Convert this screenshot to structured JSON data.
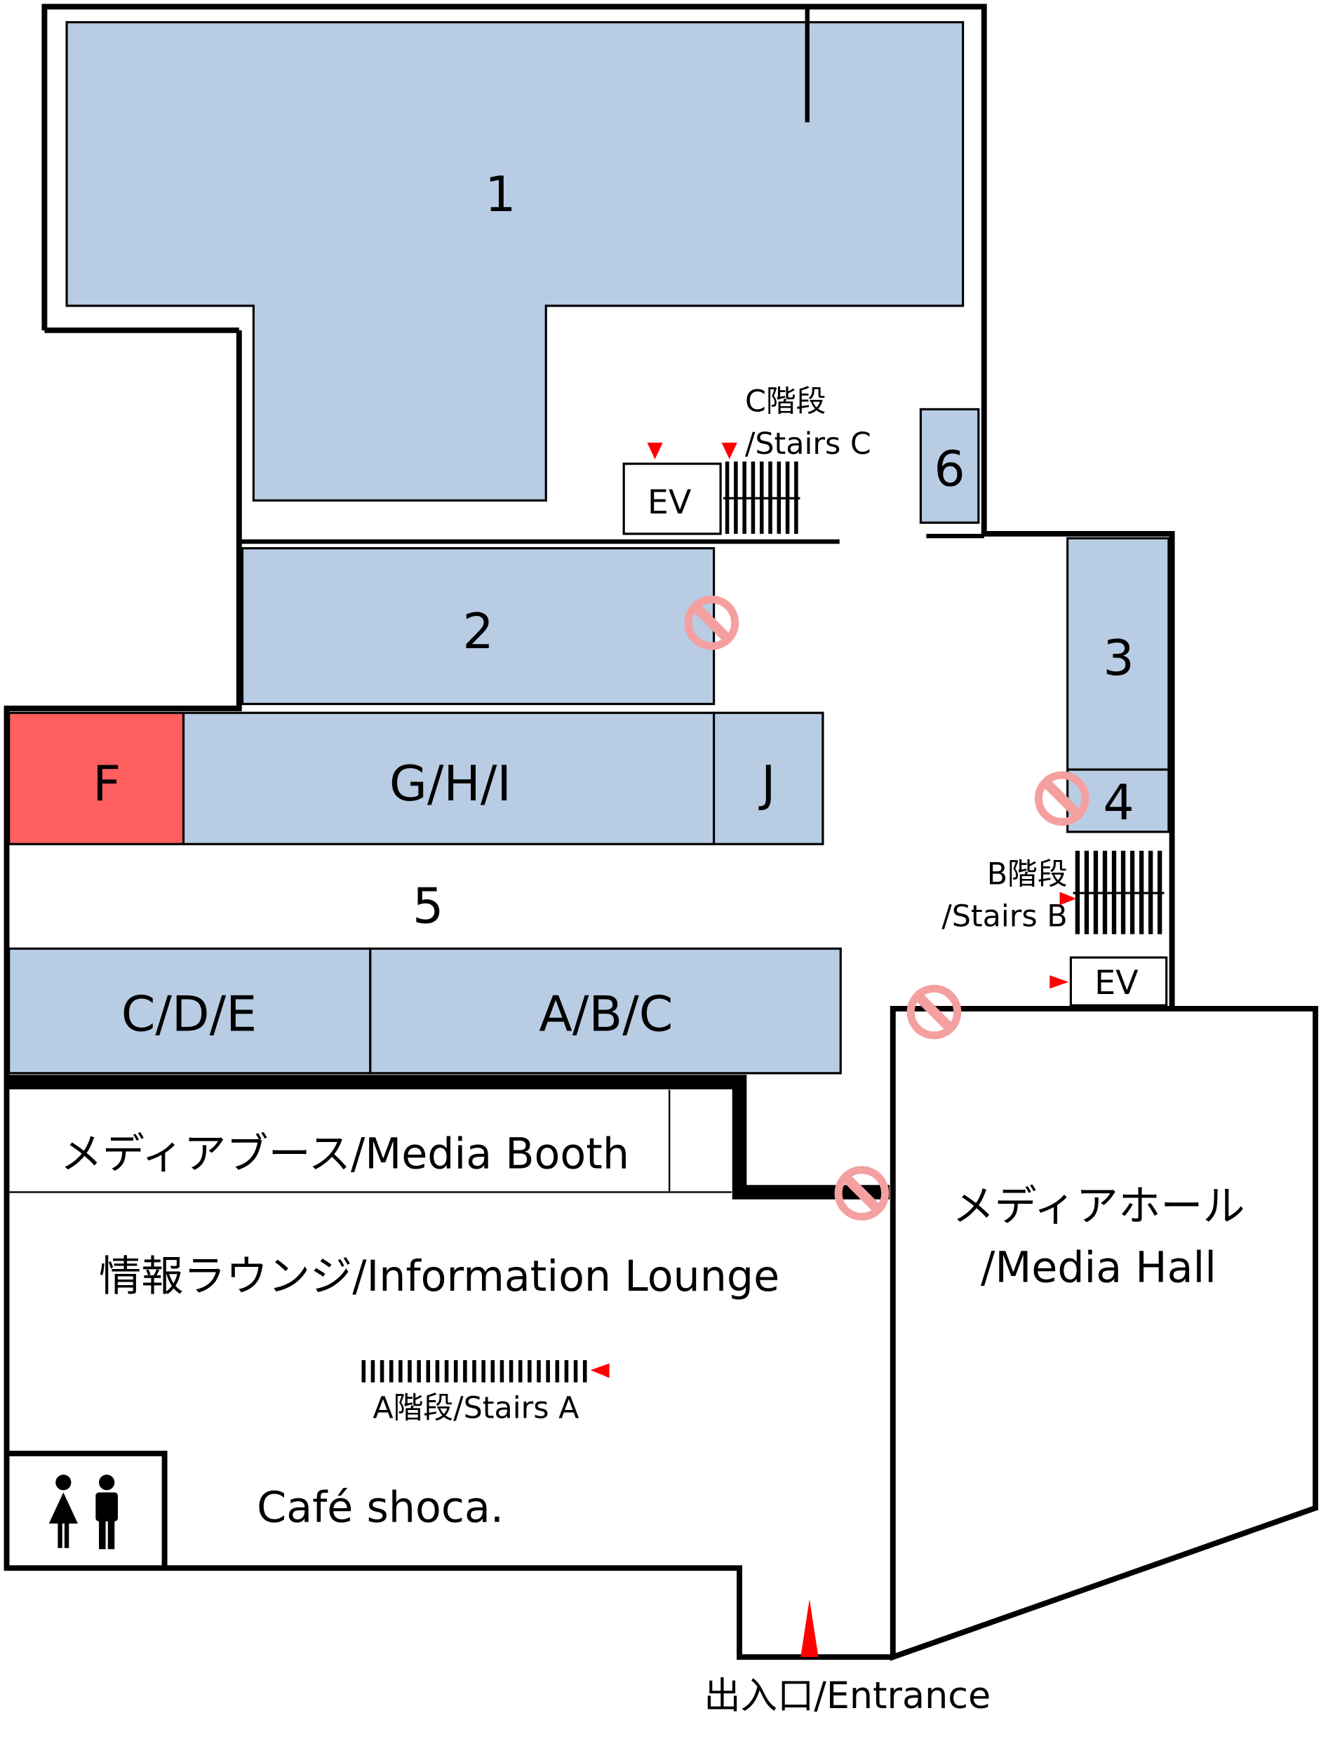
{
  "colors": {
    "room": "#b8cce4",
    "highlight_room": "#ff5f5f",
    "no_entry": "#f4a0a0",
    "arrow": "#ff0000"
  },
  "rooms": {
    "r1": "1",
    "r2": "2",
    "r3": "3",
    "r4": "4",
    "r6": "6",
    "f": "F",
    "ghi": "G/H/I",
    "j": "J",
    "r5": "5",
    "cde": "C/D/E",
    "abc": "A/B/C"
  },
  "areas": {
    "media_booth": "メディアブース/Media Booth",
    "info_lounge": "情報ラウンジ/Information Lounge",
    "cafe": "Café shoca.",
    "media_hall_jp": "メディアホール",
    "media_hall_en": "/Media Hall",
    "entrance": "出入口/Entrance"
  },
  "stairs": {
    "a": "A階段/Stairs A",
    "b_jp": "B階段",
    "b_en": "/Stairs B",
    "c_jp": "C階段",
    "c_en": "/Stairs C"
  },
  "elevators": {
    "c": "EV",
    "b": "EV"
  },
  "icons": [
    "restroom-icon",
    "no-entry-icon",
    "arrow-icon"
  ]
}
